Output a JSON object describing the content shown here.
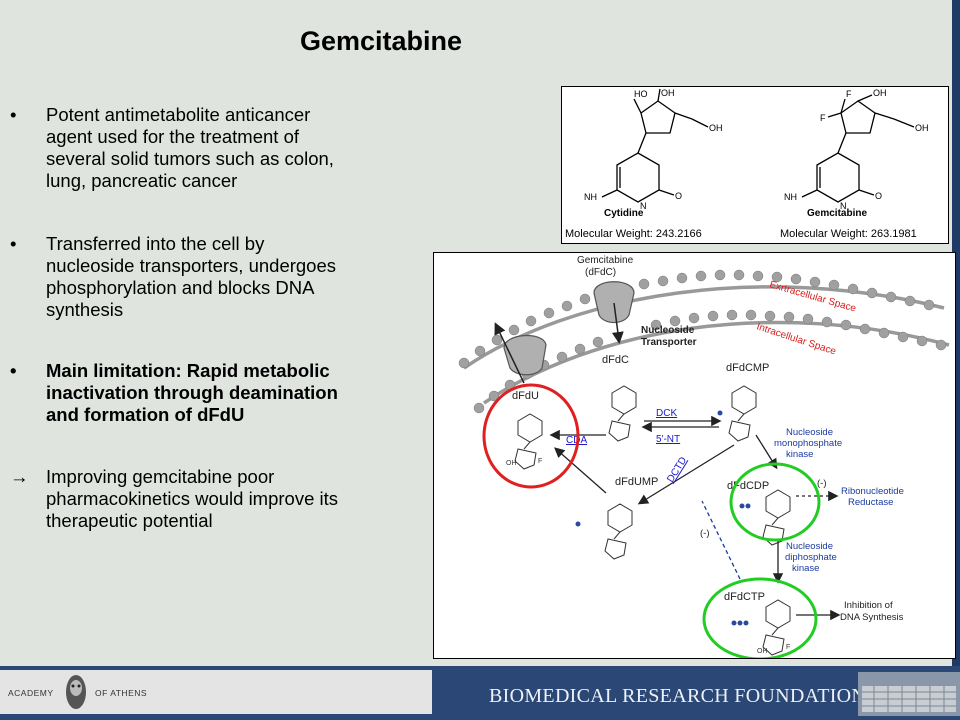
{
  "title": "Gemcitabine",
  "bullets": [
    {
      "marker": "•",
      "lines": [
        "Potent  antimetabolite anticancer",
        "agent used for the treatment of",
        "several solid tumors such as colon,",
        "lung, pancreatic cancer"
      ],
      "bold": false
    },
    {
      "marker": "•",
      "lines": [
        "Transferred into the cell by",
        "nucleoside transporters, undergoes",
        "phosphorylation and blocks DNA",
        "synthesis"
      ],
      "bold": false
    },
    {
      "marker": "•",
      "lines": [
        "Main limitation: Rapid metabolic",
        "inactivation through deamination",
        "and formation of dFdU"
      ],
      "bold": true
    },
    {
      "marker": "→",
      "lines": [
        "Improving gemcitabine poor",
        "pharmacokinetics would improve its",
        "therapeutic potential"
      ],
      "bold": false
    }
  ],
  "structures": {
    "cytidine": {
      "name": "Cytidine",
      "mw": "Molecular Weight: 243.2166",
      "ho": "HO",
      "oh1": "OH",
      "oh2": "OH",
      "nh2": "NH",
      "n": "N",
      "o": "O"
    },
    "gemcitabine": {
      "name": "Gemcitabine",
      "mw": "Molecular Weight: 263.1981",
      "f1": "F",
      "f2": "F",
      "oh1": "OH",
      "oh2": "OH",
      "nh2": "NH",
      "n": "N",
      "o": "O"
    }
  },
  "pathway": {
    "gemcitabine_label": [
      "Gemcitabine",
      "(dFdC)"
    ],
    "extracellular": "Exrtracellular Space",
    "intracellular": "Intracellular Space",
    "transporter": [
      "Nucleoside",
      "Transporter"
    ],
    "dfdc": "dFdC",
    "dfdcmp": "dFdCMP",
    "dfdu": "dFdU",
    "dfdump": "dFdUMP",
    "dfdcdp": "dFdCDP",
    "dfdctp": "dFdCTP",
    "dck": "DCK",
    "nt5": "5'-NT",
    "cda": "CDA",
    "dctd": "DCTD",
    "nmk": [
      "Nucleoside",
      "monophosphate",
      "kinase"
    ],
    "ndk": [
      "Nucleoside",
      "diphosphate",
      "kinase"
    ],
    "rr": [
      "Ribonucleotide",
      "Reductase"
    ],
    "inhibition": [
      "Inhibition of",
      "DNA Synthesis"
    ],
    "neg1": "(-)",
    "neg2": "(-)",
    "oh": "OH",
    "f": "F"
  },
  "footer": {
    "academy_left": "ACADEMY",
    "academy_right": "OF ATHENS",
    "foundation": "BIOMEDICAL RESEARCH FOUNDATION"
  },
  "colors": {
    "slide_bg": "#dfe4df",
    "frame": "#1f3a66",
    "red_circle": "#e02020",
    "green_circle": "#22cc22",
    "membrane_red": "#d62020",
    "enzyme_blue": "#1a1acc",
    "phosphate_blue": "#1a3aa0"
  }
}
